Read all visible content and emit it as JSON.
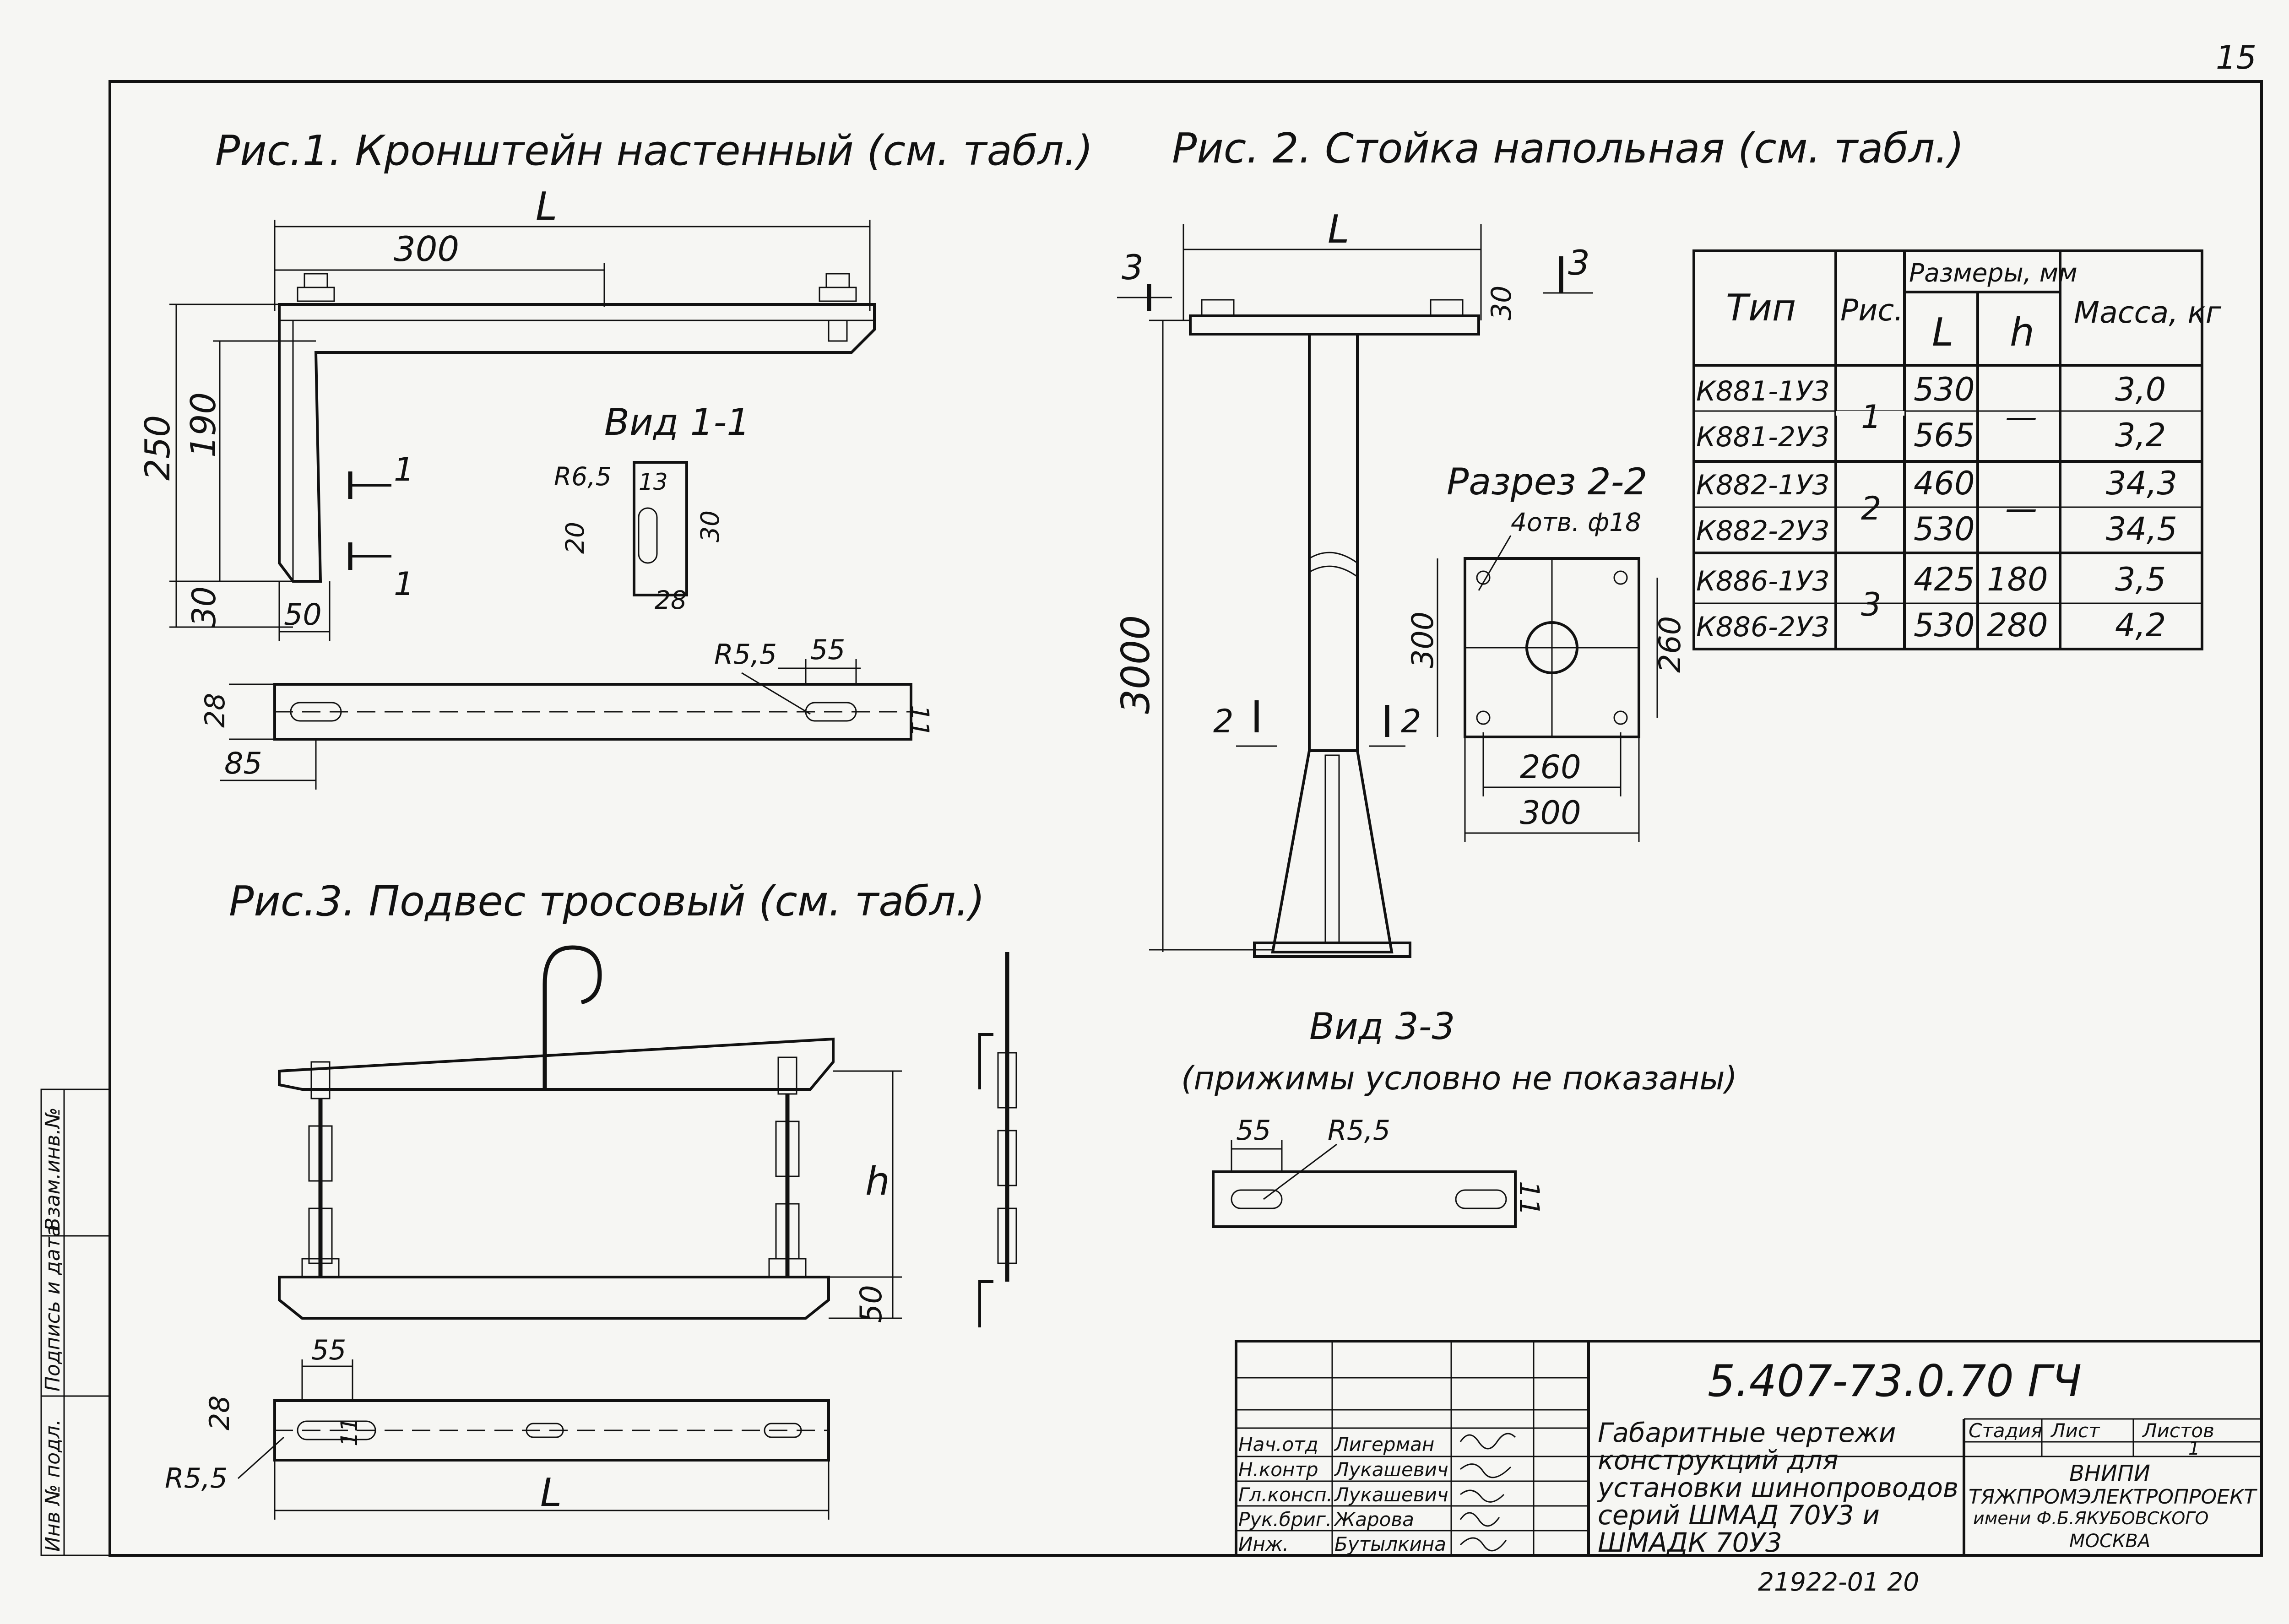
{
  "page_number": "15",
  "figures": {
    "fig1": {
      "title": "Рис.1. Кронштейн настенный (см. табл.)",
      "dims": {
        "L": "L",
        "d300": "300",
        "d250": "250",
        "d190": "190",
        "d30": "30",
        "d50": "50",
        "d28": "28",
        "d85": "85",
        "r55": "R5,5",
        "d55": "55",
        "d11": "11",
        "sec1a": "1",
        "sec1b": "1"
      },
      "view": {
        "title": "Вид 1-1",
        "r65": "R6,5",
        "d13": "13",
        "d20": "20",
        "d30": "30",
        "d28": "28"
      }
    },
    "fig2": {
      "title": "Рис. 2. Стойка напольная (см. табл.)",
      "dims": {
        "L": "L",
        "d30": "30",
        "d3000": "3000",
        "sec3a": "3",
        "sec3b": "3",
        "sec2a": "2",
        "sec2b": "2"
      },
      "section": {
        "title": "Разрез 2-2",
        "holes": "4отв. ф18",
        "d300v": "300",
        "d260v": "260",
        "d260h": "260",
        "d300h": "300"
      }
    },
    "fig3": {
      "title": "Рис.3. Подвес тросовый (см. табл.)",
      "dims": {
        "h": "h",
        "d50": "50",
        "d55": "55",
        "d28": "28",
        "d11": "11",
        "r55": "R5,5",
        "L": "L"
      }
    },
    "view33": {
      "title": "Вид 3-3",
      "note": "(прижимы условно не показаны)",
      "d55": "55",
      "r55": "R5,5",
      "d11": "11"
    }
  },
  "table": {
    "headers": {
      "type": "Тип",
      "fig": "Рис.",
      "sizes": "Размеры, мм",
      "L": "L",
      "h": "h",
      "mass": "Масса, кг"
    },
    "rows": [
      {
        "type": "К881-1У3",
        "fig": "1",
        "L": "530",
        "h": "—",
        "mass": "3,0"
      },
      {
        "type": "К881-2У3",
        "fig": "",
        "L": "565",
        "h": "",
        "mass": "3,2"
      },
      {
        "type": "К882-1У3",
        "fig": "2",
        "L": "460",
        "h": "—",
        "mass": "34,3"
      },
      {
        "type": "К882-2У3",
        "fig": "",
        "L": "530",
        "h": "",
        "mass": "34,5"
      },
      {
        "type": "К886-1У3",
        "fig": "3",
        "L": "425",
        "h": "180",
        "mass": "3,5"
      },
      {
        "type": "К886-2У3",
        "fig": "",
        "L": "530",
        "h": "280",
        "mass": "4,2"
      }
    ]
  },
  "title_block": {
    "code": "5.407-73.0.70 ГЧ",
    "roles": [
      "Нач.отд",
      "Н.контр",
      "Гл.консп.",
      "Рук.бриг.",
      "Инж."
    ],
    "names": [
      "Лигерман",
      "Лукашевич",
      "Лукашевич",
      "Жарова",
      "Бутылкина"
    ],
    "description": [
      "Габаритные чертежи",
      "конструкций для",
      "установки шинопроводов",
      "серий ШМАД 70У3 и",
      "ШМАДК 70У3"
    ],
    "stage_label": "Стадия",
    "sheet_label": "Лист",
    "sheets_label": "Листов",
    "sheets_value": "1",
    "org": [
      "ВНИПИ",
      "ТЯЖПРОМЭЛЕКТРОПРОЕКТ",
      "имени Ф.Б.ЯКУБОВСКОГО",
      "МОСКВА"
    ]
  },
  "side_stamp": [
    "Инв № подл.",
    "Подпись и дата",
    "Взам.инв.№"
  ],
  "bottom_code": "21922-01   20"
}
